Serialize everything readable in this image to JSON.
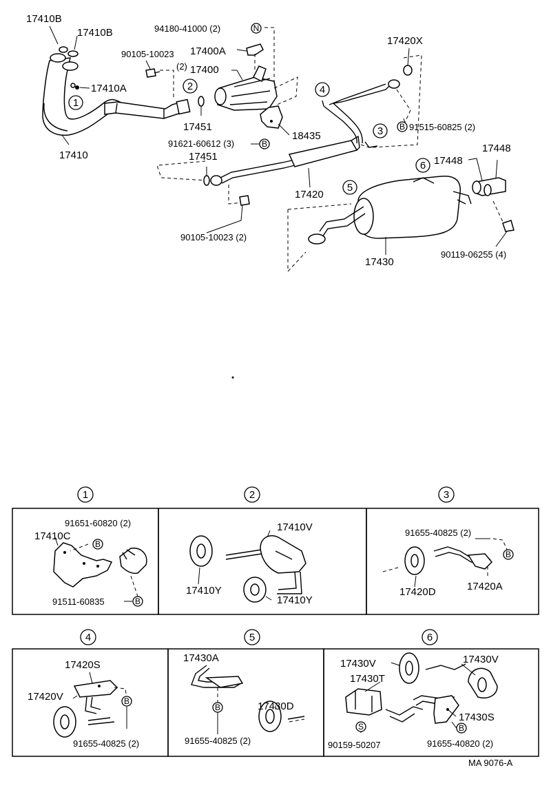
{
  "main": {
    "p17410B_a": "17410B",
    "p17410B_b": "17410B",
    "p94180": "94180-41000 (2)",
    "sym_N": "N",
    "p90105_top": "90105-10023",
    "p90105_top_qty": "(2)",
    "p17400A": "17400A",
    "p17400": "17400",
    "p17410A": "17410A",
    "p17451_a": "17451",
    "p17410": "17410",
    "p91621": "91621-60612 (3)",
    "p18435": "18435",
    "p17451_b": "17451",
    "p17420": "17420",
    "p90105_bot": "90105-10023 (2)",
    "p17420X": "17420X",
    "p91515": "91515-60825 (2)",
    "p17448_a": "17448",
    "p17448_b": "17448",
    "p17430": "17430",
    "p90119": "90119-06255 (4)",
    "sym_B": "B",
    "ref_1": "1",
    "ref_2": "2",
    "ref_3": "3",
    "ref_4": "4",
    "ref_5": "5",
    "ref_6": "6"
  },
  "details": {
    "d1": {
      "p91651": "91651-60820 (2)",
      "p17410C": "17410C",
      "p91511": "91511-60835"
    },
    "d2": {
      "p17410V": "17410V",
      "p17410Y_a": "17410Y",
      "p17410Y_b": "17410Y"
    },
    "d3": {
      "p91655": "91655-40825 (2)",
      "p17420D": "17420D",
      "p17420A": "17420A"
    },
    "d4": {
      "p17420S": "17420S",
      "p17420V": "17420V",
      "p91655": "91655-40825 (2)"
    },
    "d5": {
      "p17430A": "17430A",
      "p17430D": "17430D",
      "p91655": "91655-40825 (2)"
    },
    "d6": {
      "p17430V_a": "17430V",
      "p17430V_b": "17430V",
      "p17430T": "17430T",
      "p17430S": "17430S",
      "p90159": "90159-50207",
      "p91655": "91655-40820 (2)",
      "sym_S": "S"
    }
  },
  "footer": {
    "code": "MA 9076-A"
  }
}
